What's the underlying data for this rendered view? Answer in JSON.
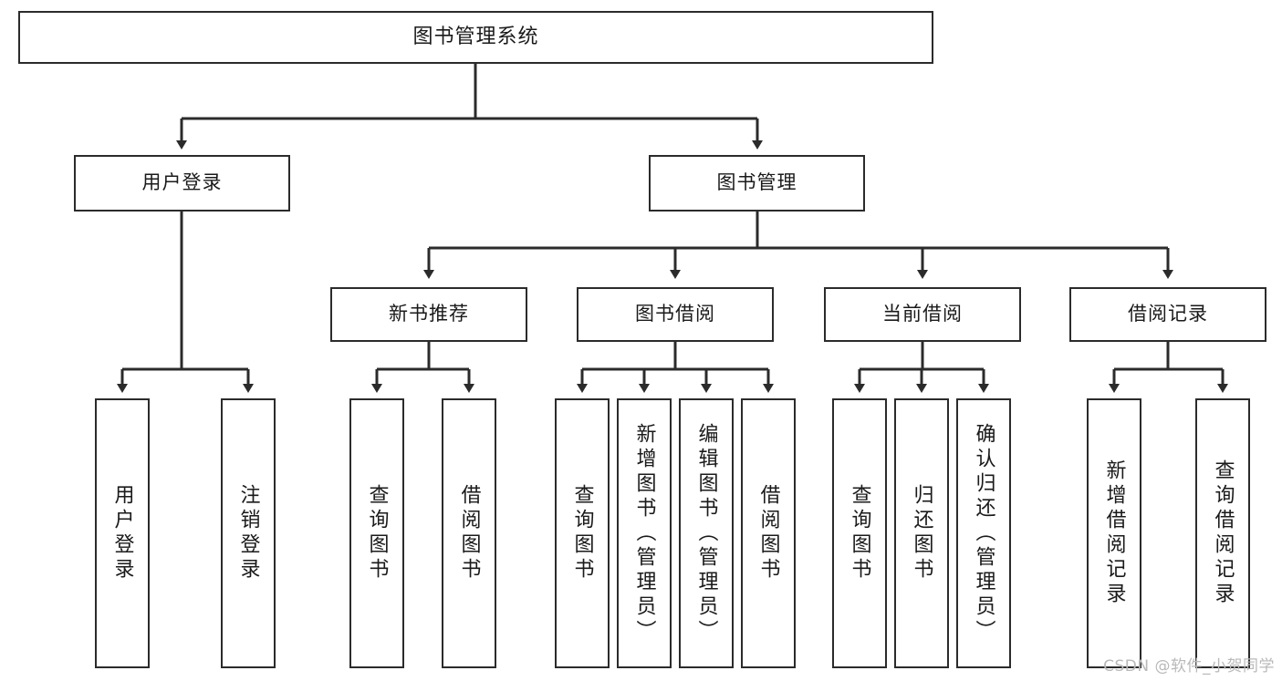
{
  "diagram": {
    "title": "图书管理系统",
    "type": "tree-hierarchy",
    "watermark": "CSDN @软件_小贺同学",
    "colors": {
      "stroke": "#2b2b2b",
      "fill": "#ffffff",
      "text": "#1a1a1a",
      "watermark": "#b9b9b9"
    }
  },
  "nodes": {
    "root": {
      "label": "图书管理系统",
      "level": 1
    },
    "level2": [
      {
        "id": "user-login",
        "label": "用户登录"
      },
      {
        "id": "book-manage",
        "label": "图书管理"
      }
    ],
    "level3": [
      {
        "id": "new-book-rec",
        "label": "新书推荐",
        "parent": "book-manage"
      },
      {
        "id": "book-borrow",
        "label": "图书借阅",
        "parent": "book-manage"
      },
      {
        "id": "current-borrow",
        "label": "当前借阅",
        "parent": "book-manage"
      },
      {
        "id": "borrow-record",
        "label": "借阅记录",
        "parent": "book-manage"
      }
    ],
    "leaves": {
      "user_login": [
        {
          "id": "leaf-user-login",
          "label": "用户登录"
        },
        {
          "id": "leaf-user-logout",
          "label": "注销登录"
        }
      ],
      "new_book_rec": [
        {
          "id": "leaf-query-book-1",
          "label": "查询图书"
        },
        {
          "id": "leaf-borrow-book-1",
          "label": "借阅图书"
        }
      ],
      "book_borrow": [
        {
          "id": "leaf-query-book-2",
          "label": "查询图书"
        },
        {
          "id": "leaf-add-book",
          "label": "新增图书（管理员）"
        },
        {
          "id": "leaf-edit-book",
          "label": "编辑图书（管理员）"
        },
        {
          "id": "leaf-borrow-book-2",
          "label": "借阅图书"
        }
      ],
      "current_borrow": [
        {
          "id": "leaf-query-book-3",
          "label": "查询图书"
        },
        {
          "id": "leaf-return-book",
          "label": "归还图书"
        },
        {
          "id": "leaf-confirm-return",
          "label": "确认归还（管理员）"
        }
      ],
      "borrow_record": [
        {
          "id": "leaf-add-record",
          "label": "新增借阅记录"
        },
        {
          "id": "leaf-query-record",
          "label": "查询借阅记录"
        }
      ]
    }
  }
}
